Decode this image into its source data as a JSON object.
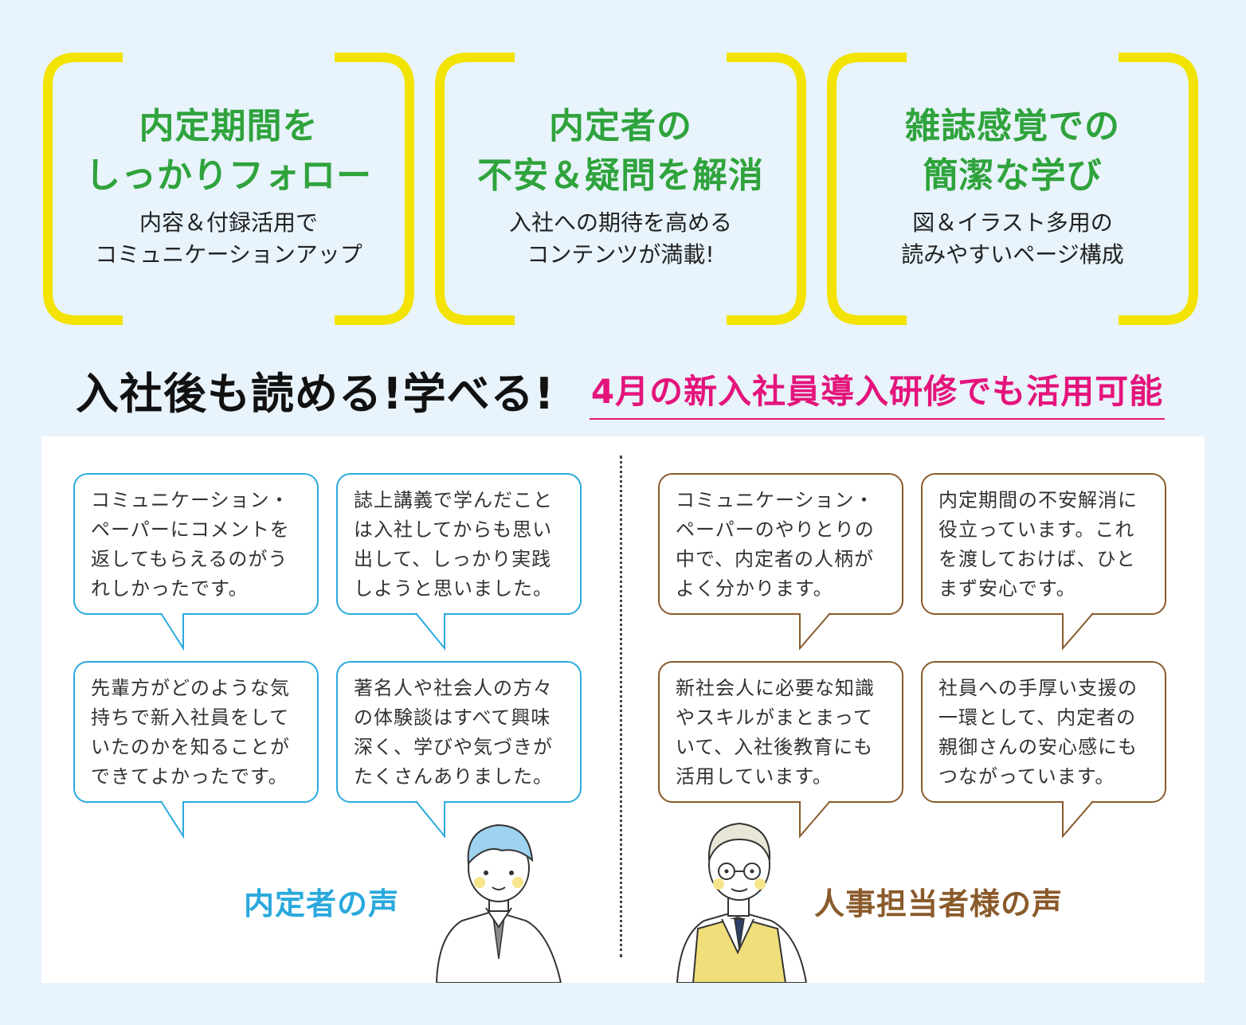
{
  "features": [
    {
      "title": [
        "内定期間を",
        "しっかりフォロー"
      ],
      "subtitle": [
        "内容＆付録活用で",
        "コミュニケーションアップ"
      ]
    },
    {
      "title": [
        "内定者の",
        "不安＆疑問を解消"
      ],
      "subtitle": [
        "入社への期待を高める",
        "コンテンツが満載!"
      ]
    },
    {
      "title": [
        "雑誌感覚での",
        "簡潔な学び"
      ],
      "subtitle": [
        "図＆イラスト多用の",
        "読みやすいページ構成"
      ]
    }
  ],
  "headline": "入社後も読める!学べる!",
  "sub_headline": "4月の新入社員導入研修でも活用可能",
  "employees_voice": {
    "label": "内定者の声",
    "comments": [
      "コミュニケーション・ペーパーにコメントを返してもらえるのがうれしかったです。",
      "誌上講義で学んだことは入社してからも思い出して、しっかり実践しようと思いました。",
      "先輩方がどのような気持ちで新入社員をしていたのかを知ることができてよかったです。",
      "著名人や社会人の方々の体験談はすべて興味深く、学びや気づきがたくさんありました。"
    ]
  },
  "hr_voice": {
    "label": "人事担当者様の声",
    "comments": [
      "コミュニケーション・ペーパーのやりとりの中で、内定者の人柄がよく分かります。",
      "内定期間の不安解消に役立っています。これを渡しておけば、ひとまず安心です。",
      "新社会人に必要な知識やスキルがまとまっていて、入社後教育にも活用しています。",
      "社員への手厚い支援の一環として、内定者の親御さんの安心感にもつながっています。"
    ]
  },
  "colors": {
    "bracket": "#f2e400",
    "feature_title": "#2fa33c",
    "sub_headline": "#e4147b",
    "employee": "#2aa9dd",
    "hr": "#8a5a2b"
  }
}
